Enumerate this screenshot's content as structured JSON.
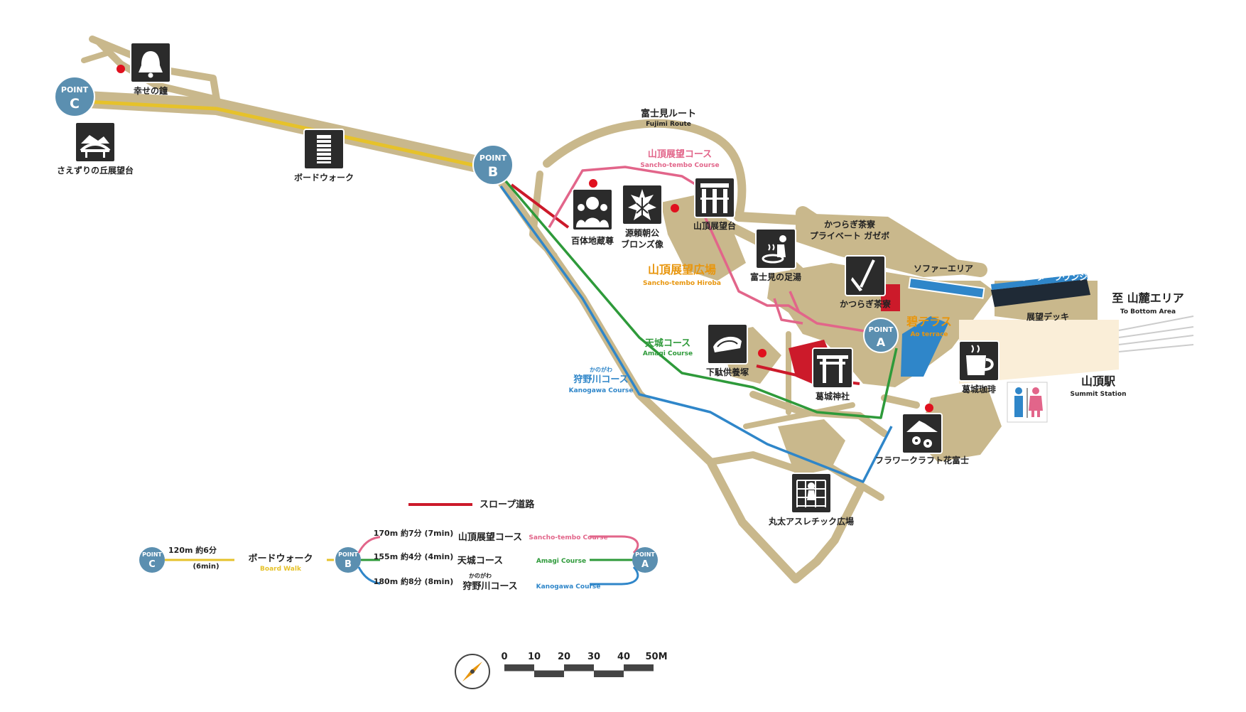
{
  "colors": {
    "path": "#c9b88c",
    "boardwalk": "#e6c22a",
    "sancho": "#e2658a",
    "amagi": "#2e9a3a",
    "kanogawa": "#2f86c9",
    "slope": "#cc1a2a",
    "point": "#5b8fb0",
    "terrace": "#2f86c9",
    "lounge": "#1f2a36"
  },
  "points": {
    "a": {
      "label": "POINT",
      "letter": "A"
    },
    "b": {
      "label": "POINT",
      "letter": "B"
    },
    "c": {
      "label": "POINT",
      "letter": "C"
    }
  },
  "facilities": {
    "bell": {
      "name": "幸せの鐘",
      "icon": "bell-icon"
    },
    "saezuri": {
      "name": "さえずりの丘展望台",
      "icon": "observation-bridge-icon"
    },
    "boardwalk": {
      "name": "ボードウォーク",
      "icon": "boardwalk-icon"
    },
    "jizo": {
      "name": "百体地蔵尊",
      "icon": "jizo-statues-icon"
    },
    "yoritomo": {
      "name_line1": "源頼朝公",
      "name_line2": "ブロンズ像",
      "icon": "bronze-statue-icon"
    },
    "sancho_tower": {
      "name": "山頂展望台",
      "icon": "observation-tower-icon"
    },
    "ashiyu": {
      "name": "富士見の足湯",
      "icon": "foot-bath-icon"
    },
    "katsuragi_chaya": {
      "name": "かつらぎ茶寮",
      "icon": "tea-whisk-icon"
    },
    "geta": {
      "name": "下駄供養塚",
      "icon": "geta-sandal-icon"
    },
    "shrine": {
      "name": "葛城神社",
      "icon": "torii-gate-icon"
    },
    "coffee": {
      "name": "葛城珈琲",
      "icon": "coffee-cup-icon"
    },
    "flower": {
      "name": "フラワークラフト花富士",
      "icon": "flower-fuji-icon"
    },
    "athletic": {
      "name": "丸太アスレチック広場",
      "icon": "athletic-climber-icon"
    },
    "toilet": {
      "icon": "restroom-icon"
    }
  },
  "labels": {
    "fujimi_route": "富士見ルート",
    "fujimi_route_en": "Fujimi Route",
    "sancho_course": "山頂展望コース",
    "sancho_course_en": "Sancho-tembo Course",
    "sancho_hiroba": "山頂展望広場",
    "sancho_hiroba_en": "Sancho-tembo Hiroba",
    "gazebo_line1": "かつらぎ茶寮",
    "gazebo_line2": "プライベート ガゼボ",
    "sofa_area": "ソファーエリア",
    "water_lounge": "ザ・ウォーターラウンジ",
    "ao_terrace": "碧テラス",
    "ao_terrace_en": "Ao terrace",
    "deck": "展望デッキ",
    "to_bottom": "至 山麓エリア",
    "to_bottom_en": "To Bottom Area",
    "station": "山頂駅",
    "station_en": "Summit Station",
    "amagi_course": "天城コース",
    "amagi_course_en": "Amagi Course",
    "kanogawa_ruby": "かのがわ",
    "kanogawa_course": "狩野川コース",
    "kanogawa_course_en": "Kanogawa Course"
  },
  "legend": {
    "slope": "スロープ道路",
    "cb_dist": "120m 約6分",
    "cb_time": "(6min)",
    "boardwalk": "ボードウォーク",
    "boardwalk_en": "Board Walk",
    "sancho_dist": "170m 約7分 (7min)",
    "sancho_name": "山頂展望コース",
    "sancho_en": "Sancho-tembo Course",
    "amagi_dist": "155m 約4分 (4min)",
    "amagi_name": "天城コース",
    "amagi_en": "Amagi Course",
    "kanogawa_dist": "180m 約8分 (8min)",
    "kanogawa_ruby": "かのがわ",
    "kanogawa_name": "狩野川コース",
    "kanogawa_en": "Kanogawa Course"
  },
  "scale": {
    "ticks": [
      "0",
      "10",
      "20",
      "30",
      "40",
      "50M"
    ],
    "compass_icon": "compass-icon"
  }
}
